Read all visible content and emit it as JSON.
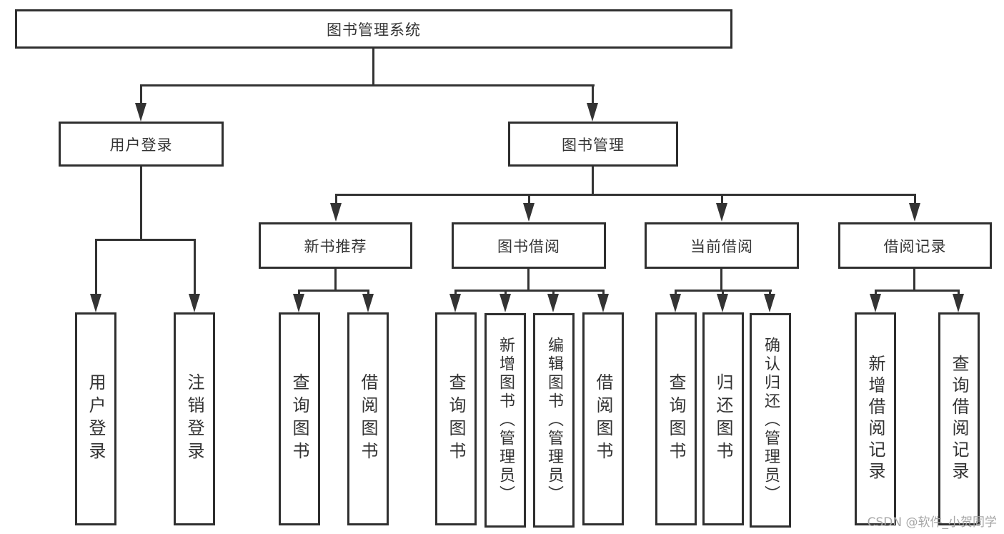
{
  "diagram_title": "图书管理系统",
  "nodes": {
    "root": "图书管理系统",
    "user_login": "用户登录",
    "book_management": "图书管理",
    "new_book_recommend": "新书推荐",
    "book_borrow": "图书借阅",
    "current_borrow": "当前借阅",
    "borrow_records": "借阅记录",
    "leaf_user_login": "用户登录",
    "leaf_logout": "注销登录",
    "leaf_query_books_1": "查询图书",
    "leaf_borrow_books_1": "借阅图书",
    "leaf_query_books_2": "查询图书",
    "leaf_add_books": "新增图书（管理员）",
    "leaf_edit_books": "编辑图书（管理员）",
    "leaf_borrow_books_2": "借阅图书",
    "leaf_query_books_3": "查询图书",
    "leaf_return_books": "归还图书",
    "leaf_confirm_return": "确认归还（管理员）",
    "leaf_add_borrow_record": "新增借阅记录",
    "leaf_query_borrow_record": "查询借阅记录"
  },
  "watermark": "CSDN @软件_小贺同学",
  "colors": {
    "line": "#333333",
    "border": "#2f2f2f",
    "background": "#ffffff",
    "text": "#333333",
    "watermark": "#a6a6a6"
  }
}
